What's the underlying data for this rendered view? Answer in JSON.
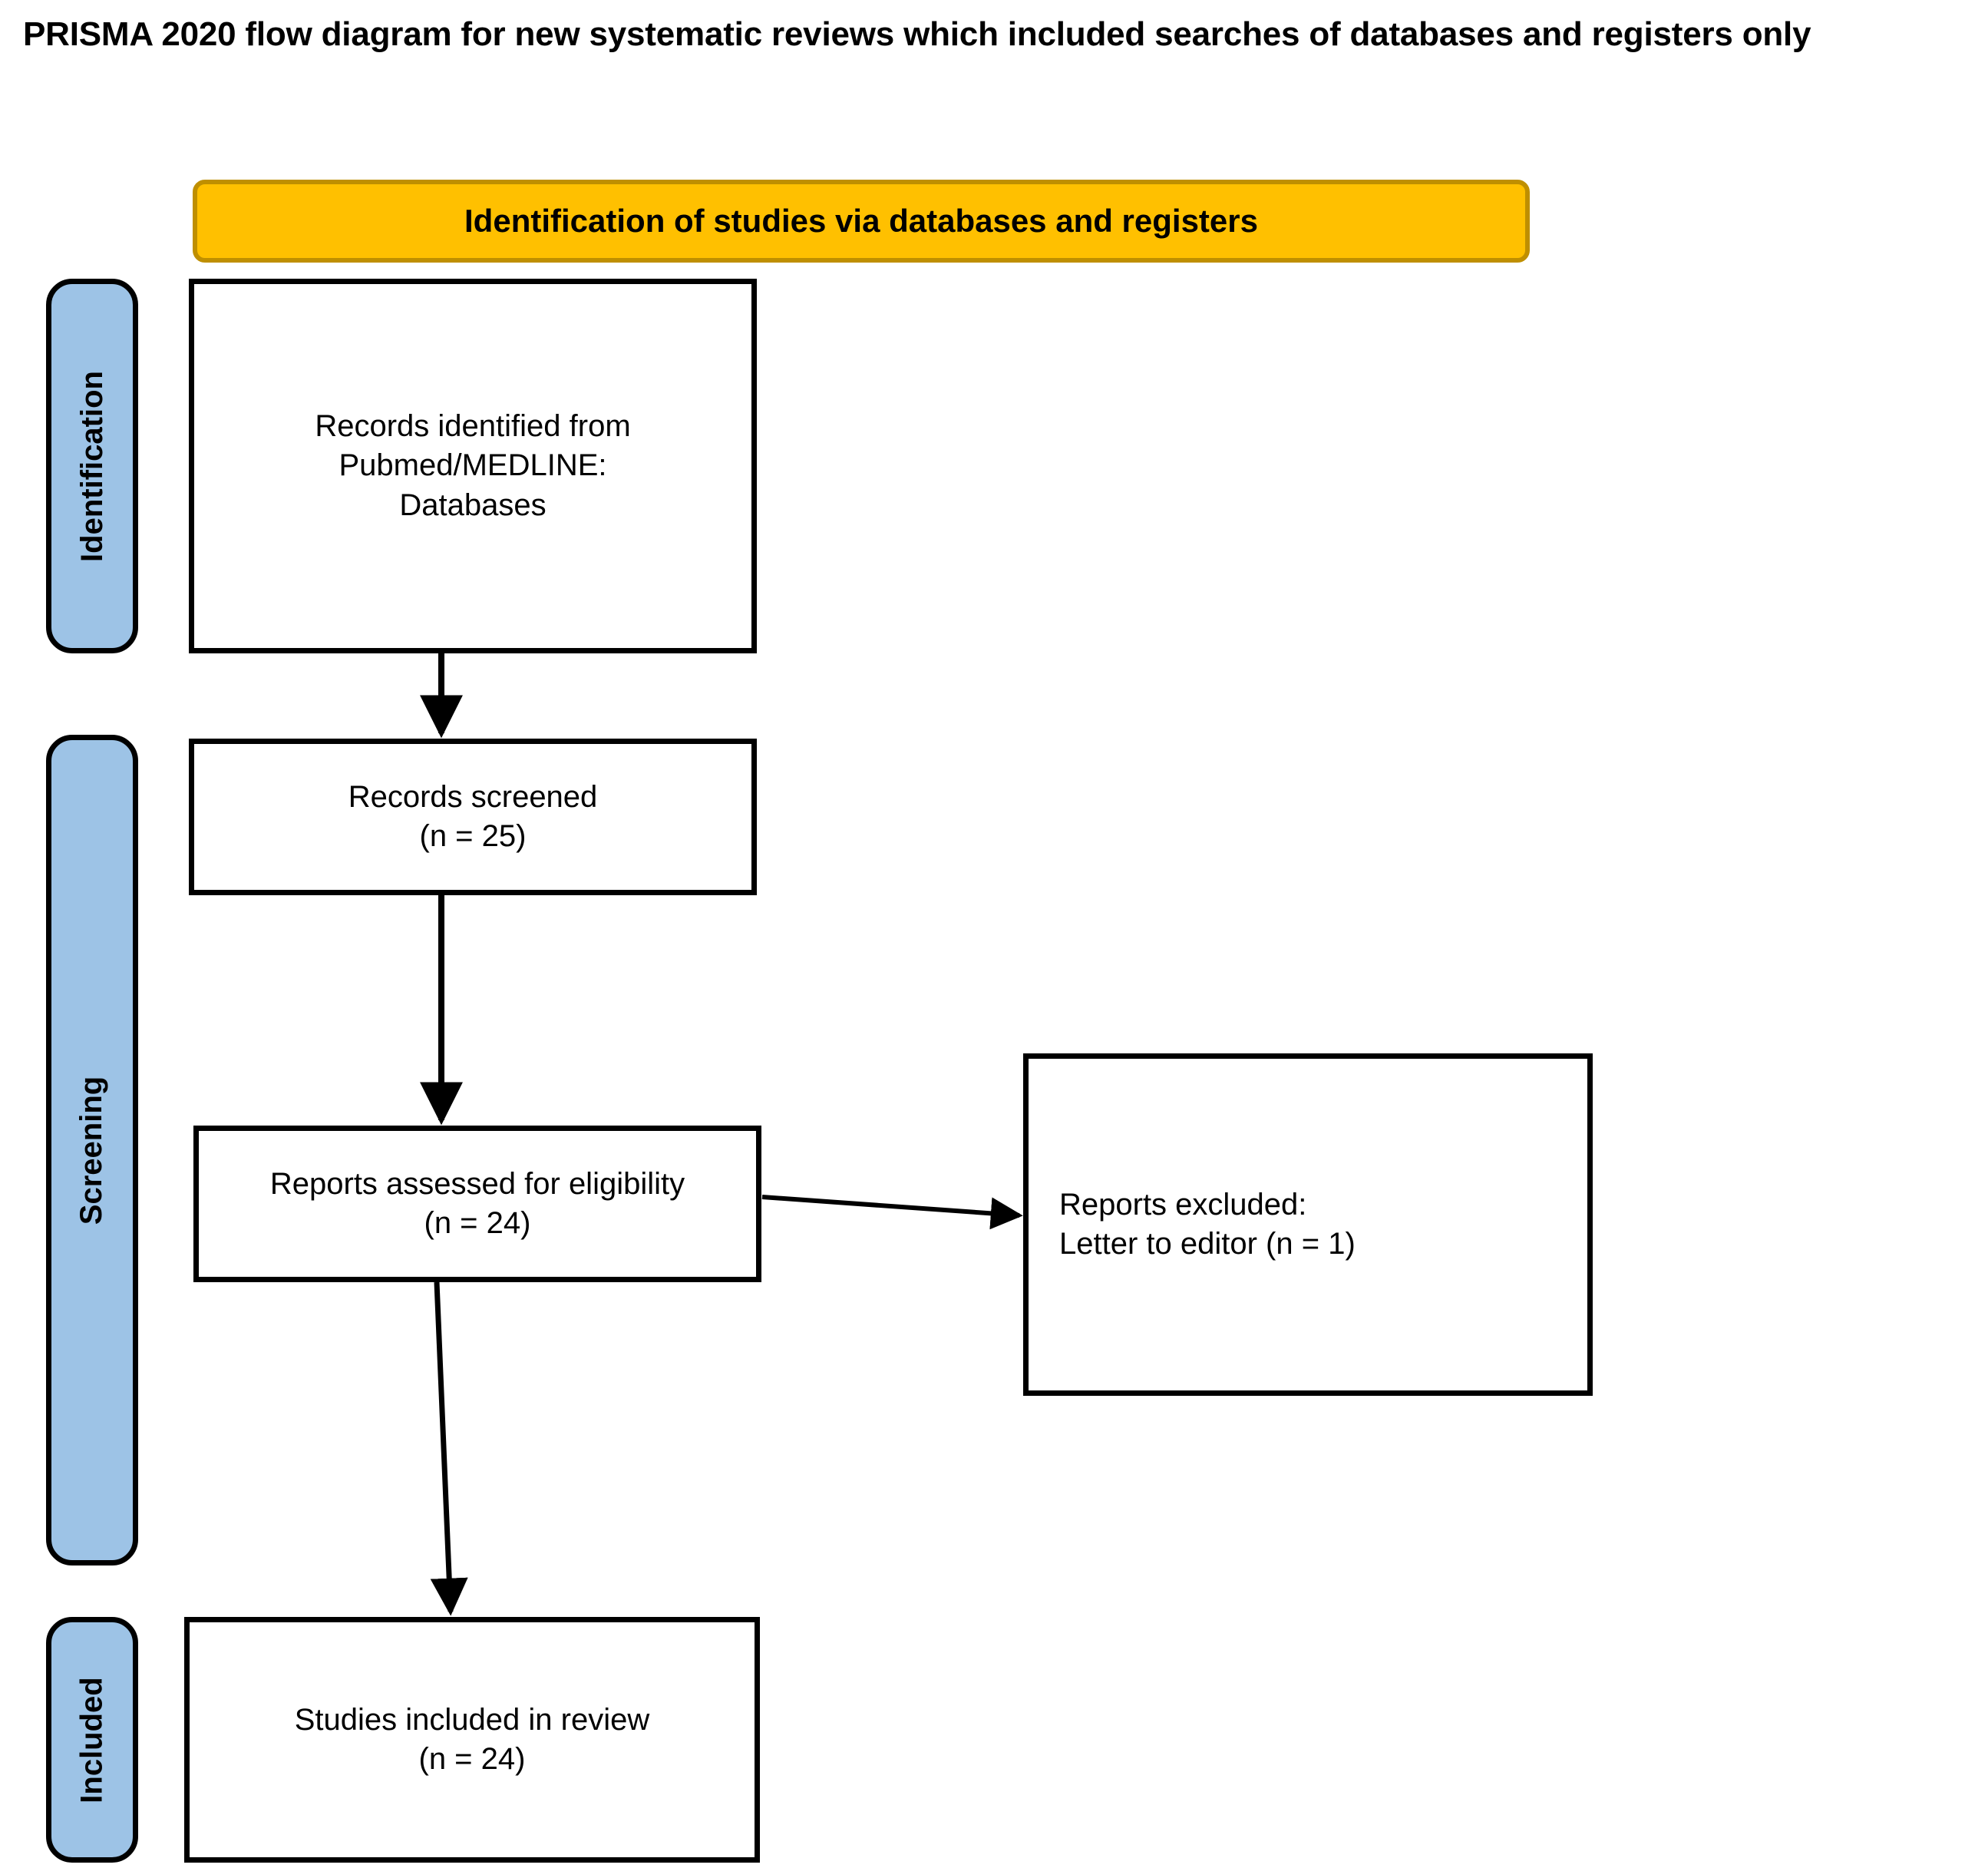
{
  "title": "PRISMA 2020 flow diagram for new systematic reviews which included searches of databases and registers only",
  "colors": {
    "banner_fill": "#FFC000",
    "banner_border": "#BF8F00",
    "stage_tab_fill": "#9DC3E6",
    "box_border": "#000000",
    "box_fill": "#FFFFFF",
    "connector": "#000000",
    "text": "#000000"
  },
  "stage_tabs": [
    {
      "label": "Identification"
    },
    {
      "label": "Screening"
    },
    {
      "label": "Included"
    }
  ],
  "banner": {
    "label": "Identification of studies via databases and registers"
  },
  "boxes": {
    "records_identified": {
      "text": "Records identified from\nPubmed/MEDLINE:\nDatabases"
    },
    "records_screened": {
      "text": "Records screened\n(n = 25)"
    },
    "reports_assessed": {
      "text": "Reports assessed for eligibility\n(n = 24)"
    },
    "reports_excluded": {
      "text": "Reports excluded:\n     Letter to editor (n = 1)"
    },
    "studies_included": {
      "text": "Studies included in review\n(n = 24)"
    }
  },
  "chart_data": {
    "type": "diagram",
    "diagram_kind": "prisma-2020-flow",
    "title": "PRISMA 2020 flow diagram for new systematic reviews which included searches of databases and registers only",
    "phases": [
      "Identification",
      "Screening",
      "Included"
    ],
    "nodes": [
      {
        "id": "records_identified",
        "phase": "Identification",
        "label": "Records identified from Pubmed/MEDLINE: Databases",
        "n": null
      },
      {
        "id": "records_screened",
        "phase": "Screening",
        "label": "Records screened",
        "n": 25
      },
      {
        "id": "reports_assessed",
        "phase": "Screening",
        "label": "Reports assessed for eligibility",
        "n": 24
      },
      {
        "id": "reports_excluded",
        "phase": "Screening",
        "label": "Reports excluded: Letter to editor",
        "n": 1
      },
      {
        "id": "studies_included",
        "phase": "Included",
        "label": "Studies included in review",
        "n": 24
      }
    ],
    "edges": [
      {
        "from": "records_identified",
        "to": "records_screened",
        "direction": "down"
      },
      {
        "from": "records_screened",
        "to": "reports_assessed",
        "direction": "down"
      },
      {
        "from": "reports_assessed",
        "to": "reports_excluded",
        "direction": "right"
      },
      {
        "from": "reports_assessed",
        "to": "studies_included",
        "direction": "down"
      }
    ]
  }
}
